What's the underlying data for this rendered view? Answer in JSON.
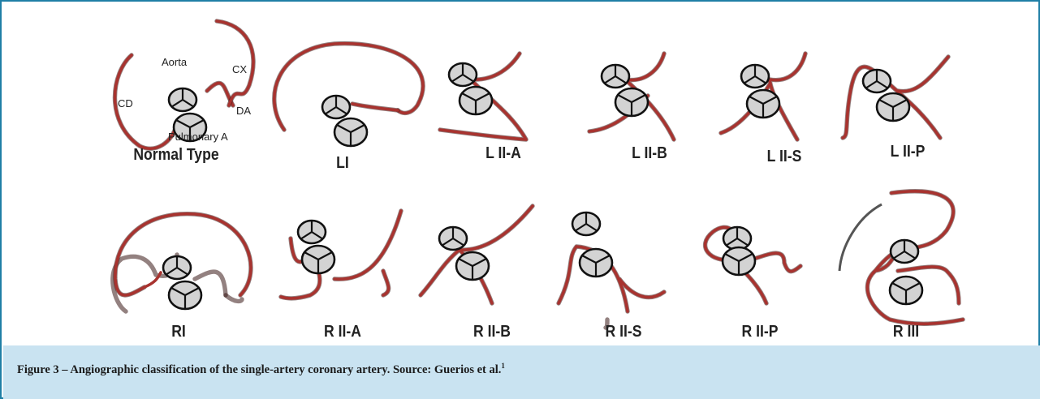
{
  "figure": {
    "panels": [
      {
        "label": "Normal Type"
      },
      {
        "label": "LI"
      },
      {
        "label": "L II-A"
      },
      {
        "label": "L II-B"
      },
      {
        "label": "L II-S"
      },
      {
        "label": "L II-P"
      },
      {
        "label": "RI"
      },
      {
        "label": "R II-A"
      },
      {
        "label": "R II-B"
      },
      {
        "label": "R II-S"
      },
      {
        "label": "R II-P"
      },
      {
        "label": "R III"
      }
    ],
    "annotations": {
      "aorta": "Aorta",
      "pulmonary": "Pulmonary A",
      "cd": "CD",
      "cx": "CX",
      "da": "DA"
    }
  },
  "caption": {
    "text": "Figure 3 – Angiographic classification of the single-artery coronary artery. Source: Guerios et al.",
    "ref": "1"
  },
  "colors": {
    "border": "#1f7fa6",
    "caption_bg": "#c9e3f1",
    "artery": "#a8332f"
  }
}
